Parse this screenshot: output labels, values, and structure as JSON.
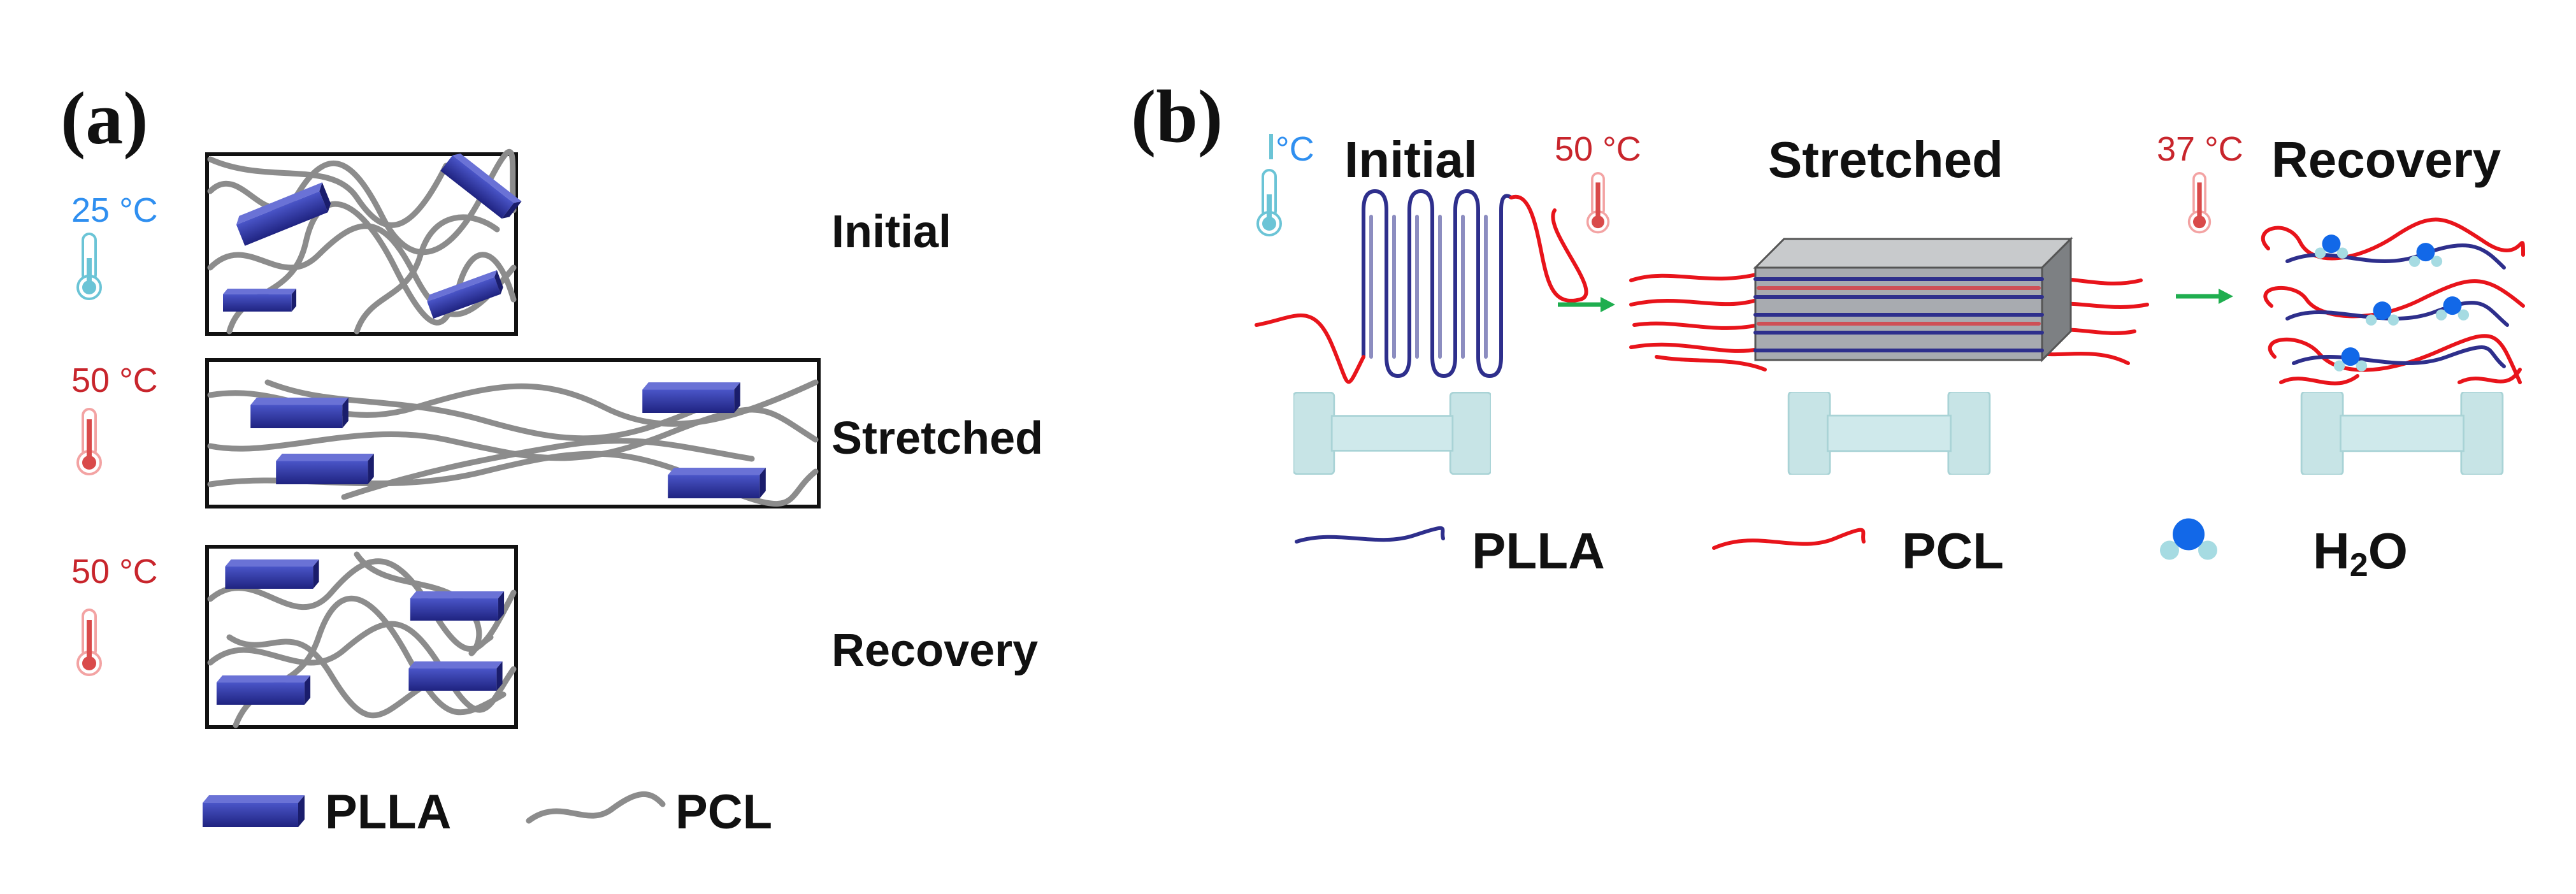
{
  "panel_a": {
    "label": "(a)",
    "states": [
      {
        "name": "Initial",
        "temperature": "25 °C",
        "temp_color": "#2f8ff0"
      },
      {
        "name": "Stretched",
        "temperature": "50 °C",
        "temp_color": "#c8252c"
      },
      {
        "name": "Recovery",
        "temperature": "50 °C",
        "temp_color": "#c8252c"
      }
    ],
    "legend": {
      "plla": "PLLA",
      "pcl": "PCL"
    }
  },
  "panel_b": {
    "label": "(b)",
    "states": [
      {
        "name": "Initial",
        "temperature": "°C"
      },
      {
        "name": "Stretched",
        "temperature": "50 °C"
      },
      {
        "name": "Recovery",
        "temperature": "37 °C"
      }
    ],
    "legend": {
      "plla": "PLLA",
      "pcl": "PCL",
      "water_prefix": "H",
      "water_sub": "2",
      "water_suffix": "O"
    }
  },
  "colors": {
    "plla_block": "#2a2e9e",
    "pcl_chain_a": "#8c8c8c",
    "pcl_chain_b": "#e8141b",
    "plla_chain_b": "#2e2f8c",
    "water": "#1268e8",
    "arrow": "#1fae4f",
    "dumbbell": "#c7e4e6"
  },
  "icons": [
    "thermometer-icon",
    "dumbbell-specimen-icon",
    "water-molecule-icon",
    "arrow-right-icon"
  ]
}
